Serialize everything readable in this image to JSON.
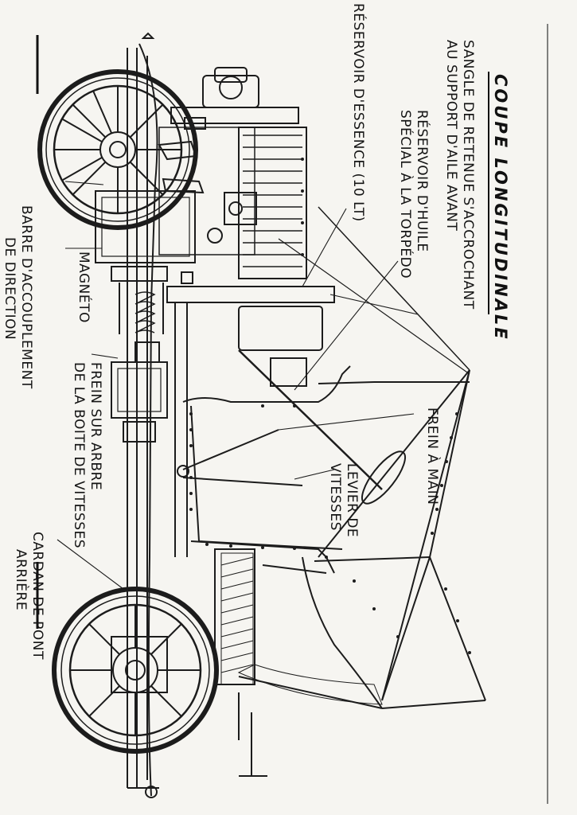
{
  "diagram": {
    "title": "COUPE LONGITUDINALE",
    "labels": {
      "sangle": [
        "SANGLE DE RETENUE S'ACCROCHANT",
        "AU SUPPORT D'AILE AVANT"
      ],
      "reservoir_essence": [
        "RÉSERVOIR D'ESSENCE (10 LT)"
      ],
      "reservoir_huile": [
        "RÉSERVOIR D'HUILE",
        "SPÉCIAL À LA TORPÉDO"
      ],
      "barre": [
        "BARRE D'ACCOUPLEMENT",
        "DE DIRECTION"
      ],
      "magneto": [
        "MAGNÉTO"
      ],
      "frein_arbre": [
        "FREIN SUR ARBRE",
        "DE LA BOITE DE VITESSES"
      ],
      "frein_main": [
        "FREIN À MAIN"
      ],
      "levier": [
        "LEVIER DE",
        "VITESSES"
      ],
      "cardan": [
        "CARDAN DE PONT",
        "ARRIÈRE"
      ]
    }
  }
}
